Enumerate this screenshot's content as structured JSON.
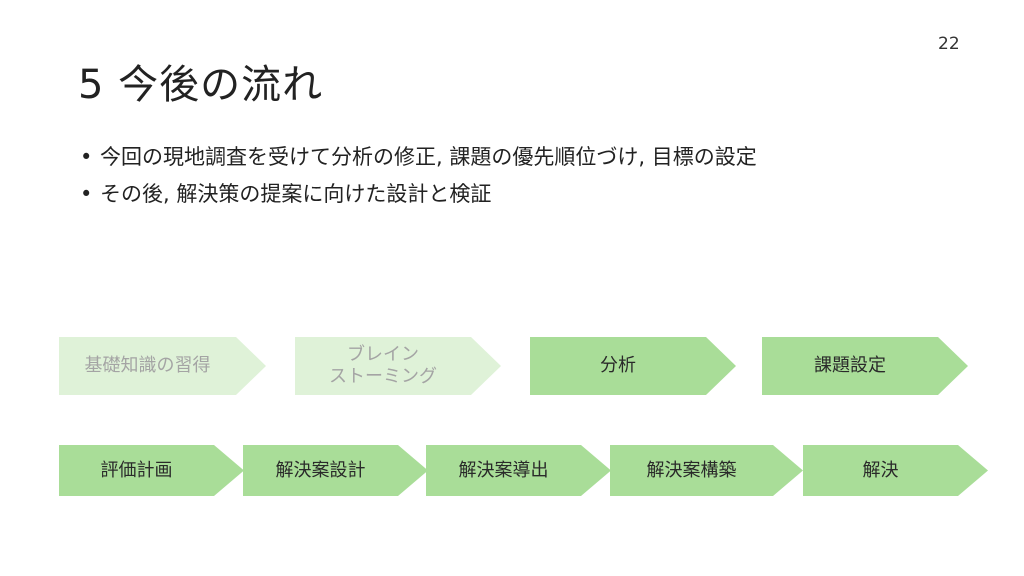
{
  "page_number": "22",
  "title": "5 今後の流れ",
  "bullets": [
    {
      "marker": "•",
      "text": "今回の現地調査を受けて分析の修正, 課題の優先順位づけ, 目標の設定"
    },
    {
      "marker": "•",
      "text": "その後, 解決策の提案に向けた設計と検証"
    }
  ],
  "flow_row1": [
    {
      "label": "基礎知識の習得",
      "state": "completed"
    },
    {
      "label": "ブレイン\nストーミング",
      "state": "completed"
    },
    {
      "label": "分析",
      "state": "upcoming"
    },
    {
      "label": "課題設定",
      "state": "upcoming"
    }
  ],
  "flow_row2": [
    {
      "label": "評価計画"
    },
    {
      "label": "解決案設計"
    },
    {
      "label": "解決案導出"
    },
    {
      "label": "解決案構築"
    },
    {
      "label": "解決"
    }
  ],
  "colors": {
    "step_completed_fill": "#dff2d8",
    "step_completed_text": "#a4a4a4",
    "step_upcoming_fill": "#a9dd98",
    "step_upcoming_text": "#2a2a2a"
  }
}
